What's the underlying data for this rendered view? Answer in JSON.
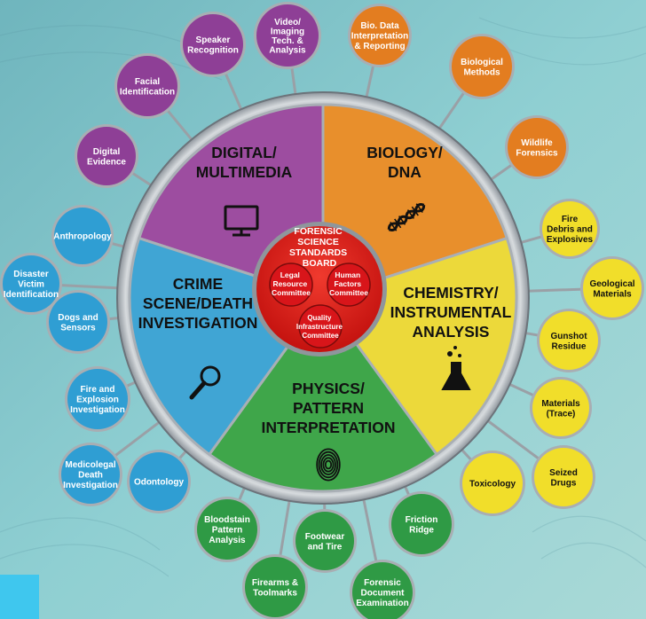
{
  "center": {
    "title": [
      "FORENSIC",
      "SCIENCE",
      "STANDARDS",
      "BOARD"
    ],
    "committees": [
      {
        "id": "legal",
        "lines": [
          "Legal",
          "Resource",
          "Committee"
        ]
      },
      {
        "id": "human",
        "lines": [
          "Human",
          "Factors",
          "Committee"
        ]
      },
      {
        "id": "quality",
        "lines": [
          "Quality",
          "Infrastructure",
          "Committee"
        ]
      }
    ]
  },
  "segments": [
    {
      "id": "digital",
      "lines": [
        "DIGITAL/",
        "MULTIMEDIA"
      ],
      "color": "#9d4da0",
      "icon": "monitor-icon"
    },
    {
      "id": "biology",
      "lines": [
        "BIOLOGY/",
        "DNA"
      ],
      "color": "#e88f2c",
      "icon": "dna-icon"
    },
    {
      "id": "chemistry",
      "lines": [
        "CHEMISTRY/",
        "INSTRUMENTAL",
        "ANALYSIS"
      ],
      "color": "#ecd93a",
      "icon": "flask-icon"
    },
    {
      "id": "physics",
      "lines": [
        "PHYSICS/",
        "PATTERN",
        "INTERPRETATION"
      ],
      "color": "#3fa64a",
      "icon": "fingerprint-icon"
    },
    {
      "id": "crime",
      "lines": [
        "CRIME",
        "SCENE/DEATH",
        "INVESTIGATION"
      ],
      "color": "#40a5d4",
      "icon": "magnifier-icon"
    }
  ],
  "satellites": [
    {
      "id": "speaker-recognition",
      "group": "digital",
      "lines": [
        "Speaker",
        "Recognition"
      ]
    },
    {
      "id": "video-imaging",
      "group": "digital",
      "lines": [
        "Video/",
        "Imaging",
        "Tech. &",
        "Analysis"
      ]
    },
    {
      "id": "facial-identification",
      "group": "digital",
      "lines": [
        "Facial",
        "Identification"
      ]
    },
    {
      "id": "digital-evidence",
      "group": "digital",
      "lines": [
        "Digital",
        "Evidence"
      ]
    },
    {
      "id": "bio-data",
      "group": "biology",
      "lines": [
        "Bio. Data",
        "Interpretation",
        "& Reporting"
      ]
    },
    {
      "id": "biological-methods",
      "group": "biology",
      "lines": [
        "Biological",
        "Methods"
      ]
    },
    {
      "id": "wildlife-forensics",
      "group": "biology",
      "lines": [
        "Wildlife",
        "Forensics"
      ]
    },
    {
      "id": "fire-debris",
      "group": "chemistry",
      "lines": [
        "Fire",
        "Debris and",
        "Explosives"
      ]
    },
    {
      "id": "geological-materials",
      "group": "chemistry",
      "lines": [
        "Geological",
        "Materials"
      ]
    },
    {
      "id": "gunshot-residue",
      "group": "chemistry",
      "lines": [
        "Gunshot",
        "Residue"
      ]
    },
    {
      "id": "materials-trace",
      "group": "chemistry",
      "lines": [
        "Materials",
        "(Trace)"
      ]
    },
    {
      "id": "seized-drugs",
      "group": "chemistry",
      "lines": [
        "Seized",
        "Drugs"
      ]
    },
    {
      "id": "toxicology",
      "group": "chemistry",
      "lines": [
        "Toxicology"
      ]
    },
    {
      "id": "friction-ridge",
      "group": "physics",
      "lines": [
        "Friction",
        "Ridge"
      ]
    },
    {
      "id": "footwear-tire",
      "group": "physics",
      "lines": [
        "Footwear",
        "and Tire"
      ]
    },
    {
      "id": "bloodstain",
      "group": "physics",
      "lines": [
        "Bloodstain",
        "Pattern",
        "Analysis"
      ]
    },
    {
      "id": "firearms",
      "group": "physics",
      "lines": [
        "Firearms &",
        "Toolmarks"
      ]
    },
    {
      "id": "forensic-document",
      "group": "physics",
      "lines": [
        "Forensic",
        "Document",
        "Examination"
      ]
    },
    {
      "id": "anthropology",
      "group": "crime",
      "lines": [
        "Anthropology"
      ]
    },
    {
      "id": "disaster-victim",
      "group": "crime",
      "lines": [
        "Disaster",
        "Victim",
        "Identification"
      ]
    },
    {
      "id": "dogs-sensors",
      "group": "crime",
      "lines": [
        "Dogs and",
        "Sensors"
      ]
    },
    {
      "id": "fire-explosion",
      "group": "crime",
      "lines": [
        "Fire and",
        "Explosion",
        "Investigation"
      ]
    },
    {
      "id": "medicolegal",
      "group": "crime",
      "lines": [
        "Medicolegal",
        "Death",
        "Investigation"
      ]
    },
    {
      "id": "odontology",
      "group": "crime",
      "lines": [
        "Odontology"
      ]
    }
  ],
  "colors": {
    "digital_sat": "#8e3f96",
    "biology_sat": "#e37d20",
    "chemistry_sat": "#f1de2a",
    "physics_sat": "#2f9a45",
    "crime_sat": "#2f9ed3",
    "center": "#e31b1b",
    "ring": "#b9bec3"
  }
}
